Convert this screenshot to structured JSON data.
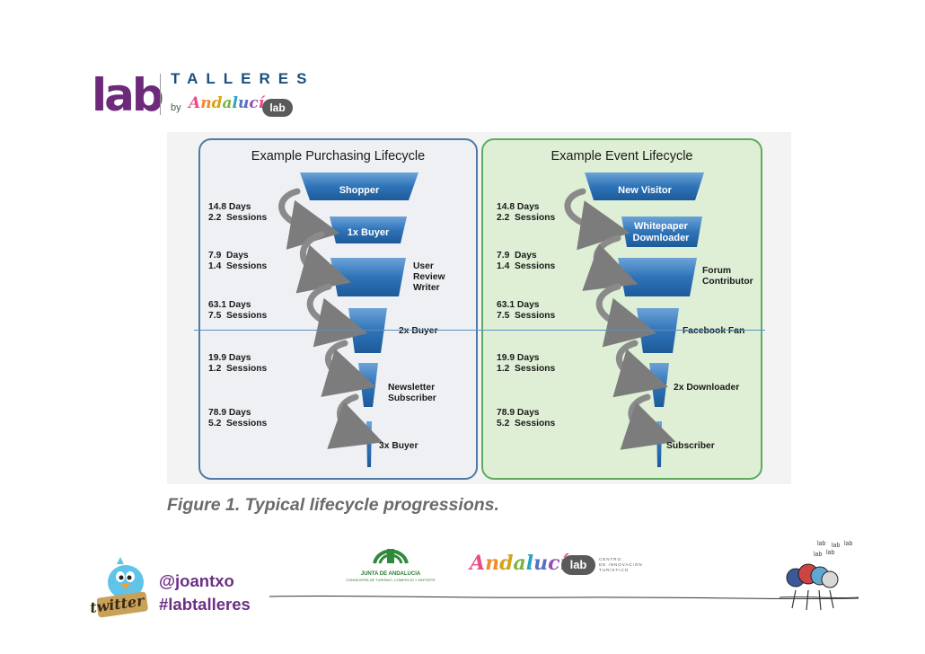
{
  "header": {
    "logo": "lab",
    "brand": "TALLERES",
    "by": "by",
    "partner": "Andalucía",
    "partner_badge": "lab"
  },
  "figure": {
    "left": {
      "title": "Example Purchasing Lifecycle",
      "stages": [
        "Shopper",
        "1x Buyer",
        "User\nReview\nWriter",
        "2x Buyer",
        "Newsletter\nSubscriber",
        "3x Buyer"
      ],
      "stats": [
        "14.8 Days\n2.2  Sessions",
        "7.9  Days\n1.4  Sessions",
        "63.1 Days\n7.5  Sessions",
        "19.9 Days\n1.2  Sessions",
        "78.9 Days\n5.2  Sessions"
      ]
    },
    "right": {
      "title": "Example Event Lifecycle",
      "stages": [
        "New Visitor",
        "Whitepaper\nDownloader",
        "Forum\nContributor",
        "Facebook Fan",
        "2x Downloader",
        "Subscriber"
      ],
      "stats": [
        "14.8 Days\n2.2  Sessions",
        "7.9  Days\n1.4  Sessions",
        "63.1 Days\n7.5  Sessions",
        "19.9 Days\n1.2  Sessions",
        "78.9 Days\n5.2  Sessions"
      ]
    },
    "caption": "Figure 1. Typical lifecycle progressions.",
    "colors": {
      "funnel": "#2b6fb0",
      "arrow": "#8c8c8c",
      "left_border": "#4d7aa6",
      "right_border": "#5eab5f"
    }
  },
  "footer": {
    "twitter_label": "twitter",
    "handle": "@joantxo",
    "hashtag": "#labtalleres",
    "junta_name": "JUNTA DE ANDALUCIA",
    "junta_sub": "CONSEJERÍA DE TURISMO, COMERCIO Y DEPORTE",
    "andalucia": "Andalucía",
    "andalucia_badge": "lab",
    "center_text": "CENTRO\nDE INNOVACIÓN\nTURÍSTICO"
  }
}
